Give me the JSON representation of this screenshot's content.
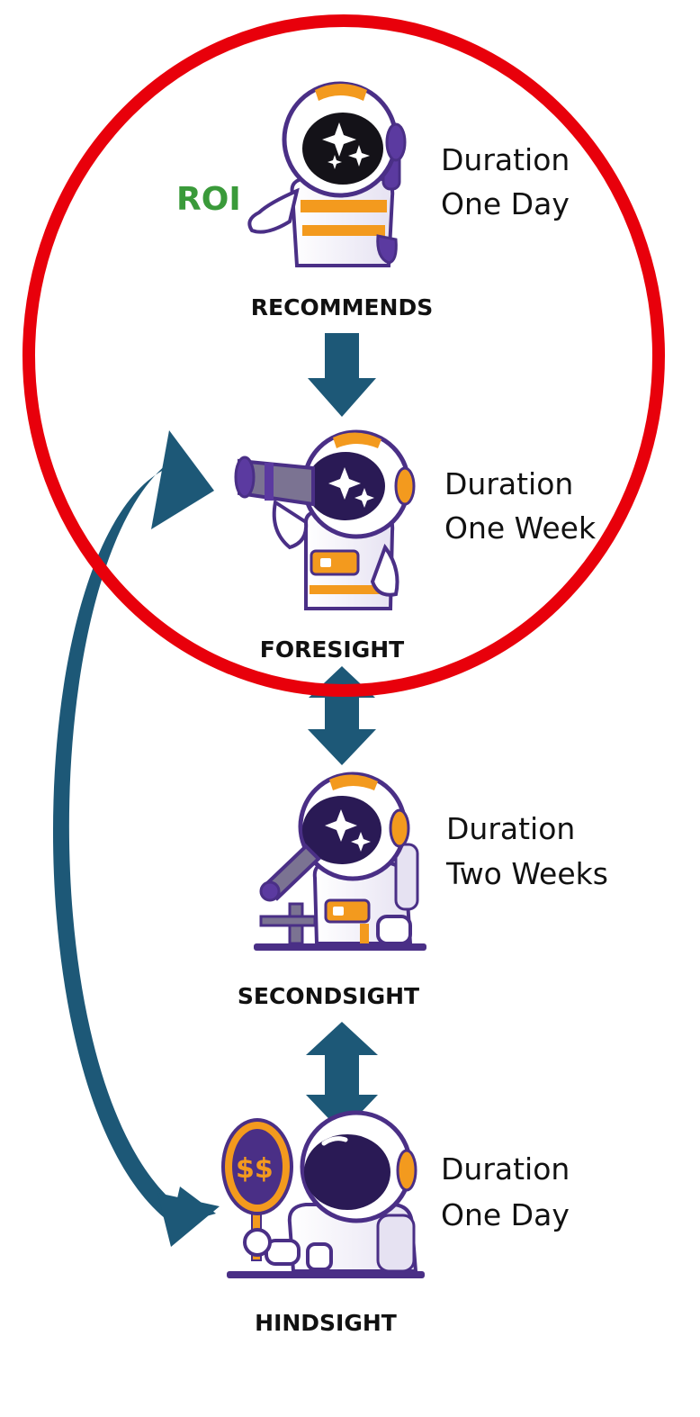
{
  "stages": [
    {
      "label": "RECOMMENDS",
      "duration_line1": "Duration",
      "duration_line2": "One Day",
      "icon": "astronaut-presenting-icon",
      "badge": "ROI"
    },
    {
      "label": "FORESIGHT",
      "duration_line1": "Duration",
      "duration_line2": "One Week",
      "icon": "astronaut-telescope-icon"
    },
    {
      "label": "SECONDSIGHT",
      "duration_line1": "Duration",
      "duration_line2": "Two Weeks",
      "icon": "astronaut-microscope-icon"
    },
    {
      "label": "HINDSIGHT",
      "duration_line1": "Duration",
      "duration_line2": "One Day",
      "icon": "astronaut-mirror-icon",
      "badge": "$$"
    }
  ],
  "colors": {
    "highlight_circle": "#e8000b",
    "arrow": "#1d5877",
    "astronaut_purple": "#4a2f86",
    "astronaut_orange": "#f39a1e",
    "roi_green": "#3a9a3a"
  }
}
